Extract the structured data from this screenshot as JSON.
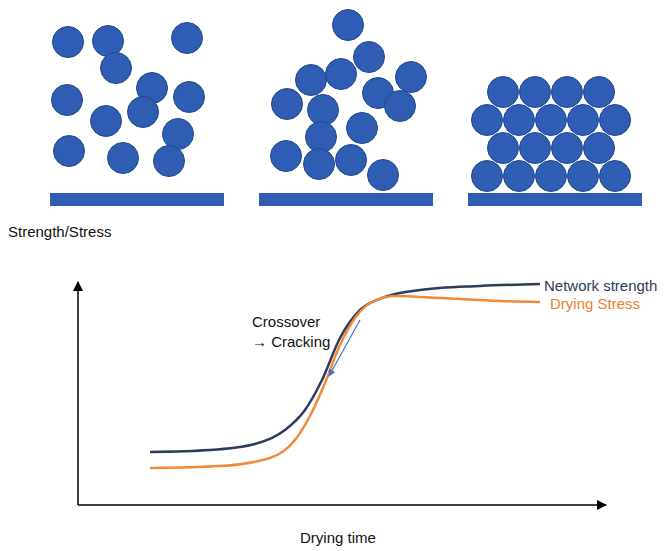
{
  "diagram": {
    "labels": [
      "Strength/Stress",
      "Crossover → Cracking",
      "Network strength",
      "Drying Stress",
      "Drying time"
    ]
  }
}
